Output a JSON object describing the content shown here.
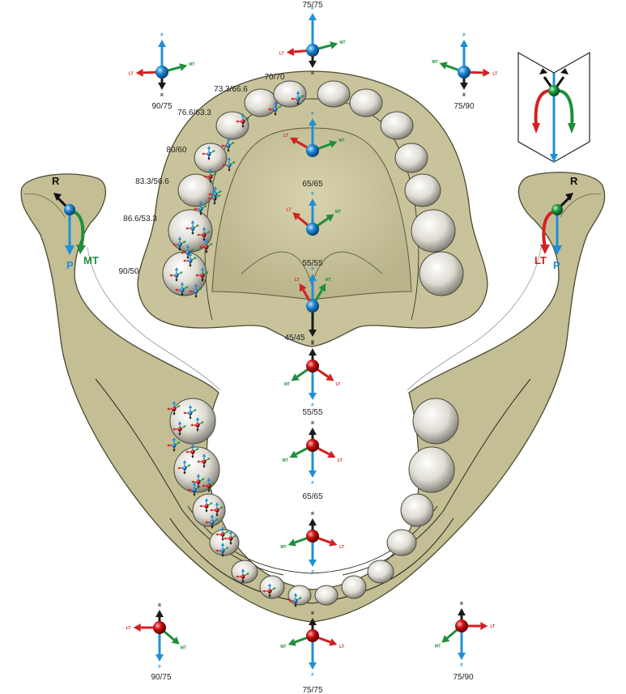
{
  "labels": {
    "top": "75/75",
    "top_left": "90/75",
    "top_right": "75/90",
    "upper_70": "70/70",
    "upper_733": "73.3/66.6",
    "upper_766": "76.6/63.3",
    "upper_80": "80/60",
    "upper_833": "83.3/56.6",
    "upper_866": "86.6/53.3",
    "upper_90": "90/50",
    "mid_65u": "65/65",
    "mid_55u": "55/55",
    "mid_45": "45/45",
    "mid_55l": "55/55",
    "mid_65l": "65/65",
    "bottom": "75/75",
    "bottom_left": "90/75",
    "bottom_right": "75/90"
  },
  "axes": {
    "r": "R",
    "p": "P",
    "lt": "LT",
    "mt": "MT"
  },
  "colors": {
    "retrusion": "#1a1a1a",
    "protrusion": "#1e90d6",
    "laterotrusion": "#d42020",
    "mediotrusion": "#1e8f3c",
    "bone": "#c8c39a",
    "bone_stroke": "#5c5a3e",
    "upper_sphere": "#1e88d4",
    "lower_sphere": "#cc1010",
    "condyle_sphere_right": "#1e9a40"
  },
  "icons": {
    "inset": "hinge-book-icon",
    "upper_marker": "blue-sphere-icon",
    "lower_marker": "red-sphere-icon"
  }
}
